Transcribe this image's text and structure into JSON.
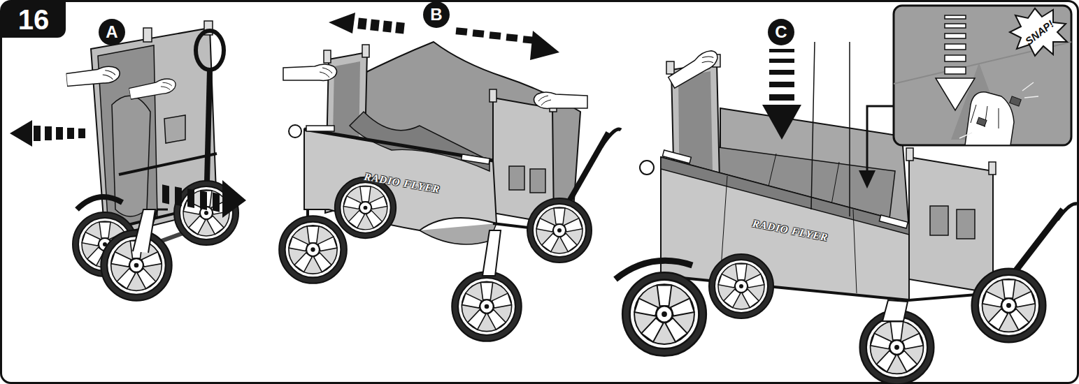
{
  "diagram": {
    "nodes": [
      {
        "text": [
          "16"
        ]
      },
      {
        "text": [
          "A"
        ]
      },
      {
        "text": [
          "B"
        ]
      },
      {
        "text": [
          "C"
        ]
      }
    ],
    "labels": [
      "RADIO FLYER",
      "RADIO FLYER",
      "SNAP!"
    ]
  }
}
